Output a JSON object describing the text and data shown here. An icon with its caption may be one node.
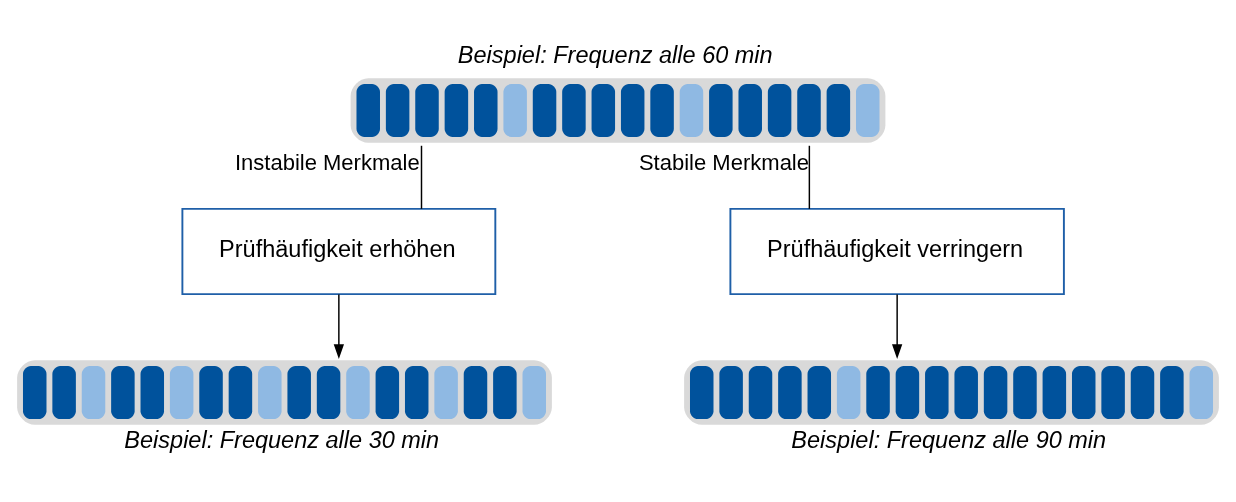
{
  "diagram": {
    "nodes": [
      {
        "text": [],
        "shape": "bar",
        "beside": [
          "Beispiel: Frequenz alle 60 min"
        ]
      },
      {
        "text": [
          "Prüfhäufigkeit erhöhen"
        ]
      },
      {
        "text": [
          "Prüfhäufigkeit verringern"
        ]
      },
      {
        "text": [],
        "shape": "bar",
        "beside": [
          "Beispiel: Frequenz alle 30 min"
        ]
      },
      {
        "text": [],
        "shape": "bar",
        "beside": [
          "Beispiel: Frequenz alle 90 min"
        ]
      }
    ],
    "edges": [
      {
        "from": 0,
        "to": 1,
        "arrow": "none",
        "label": "Instabile Merkmale"
      },
      {
        "from": 0,
        "to": 2,
        "arrow": "none",
        "label": "Stabile Merkmale"
      },
      {
        "from": 1,
        "to": 3,
        "arrow": "to"
      },
      {
        "from": 2,
        "to": 4,
        "arrow": "to"
      }
    ]
  }
}
